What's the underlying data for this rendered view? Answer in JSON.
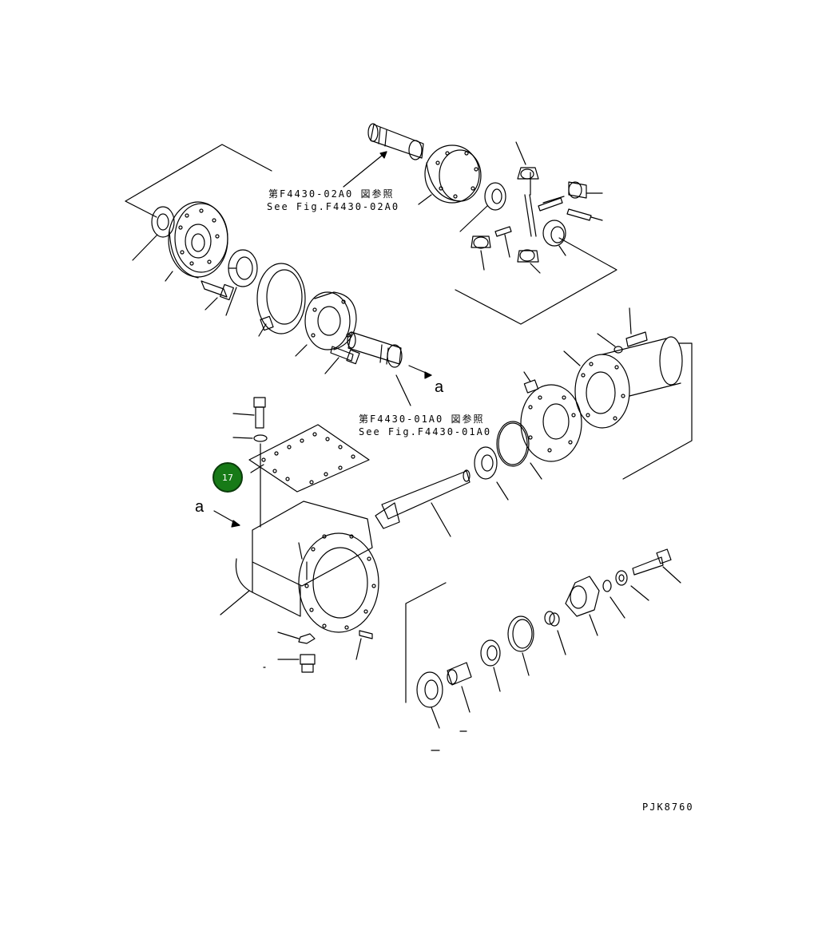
{
  "references": {
    "upper_jp": "第F4430-02A0 図参照",
    "upper_en": "See Fig.F4430-02A0",
    "lower_jp": "第F4430-01A0 図参照",
    "lower_en": "See Fig.F4430-01A0"
  },
  "view_markers": {
    "right": "a",
    "left": "a"
  },
  "callouts": [
    {
      "number": "17",
      "color": "#177a17"
    }
  ],
  "drawing_code": "PJK8760"
}
